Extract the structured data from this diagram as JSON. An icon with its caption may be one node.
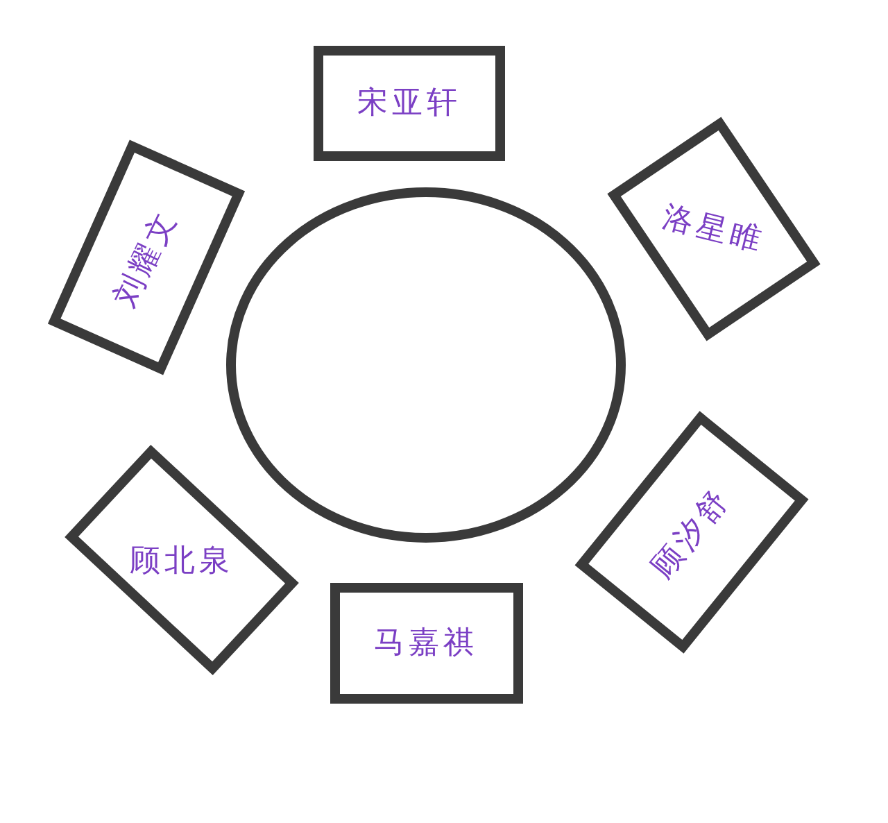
{
  "diagram": {
    "nodes": [
      {
        "text": [
          "宋亚轩"
        ]
      },
      {
        "text": [
          "洛星睢"
        ]
      },
      {
        "text": [
          "刘耀文"
        ]
      },
      {
        "text": [],
        "shape": "circle"
      },
      {
        "text": [
          "顾汐舒"
        ]
      },
      {
        "text": [
          "顾北泉"
        ]
      },
      {
        "text": [
          "马嘉祺"
        ]
      }
    ]
  }
}
